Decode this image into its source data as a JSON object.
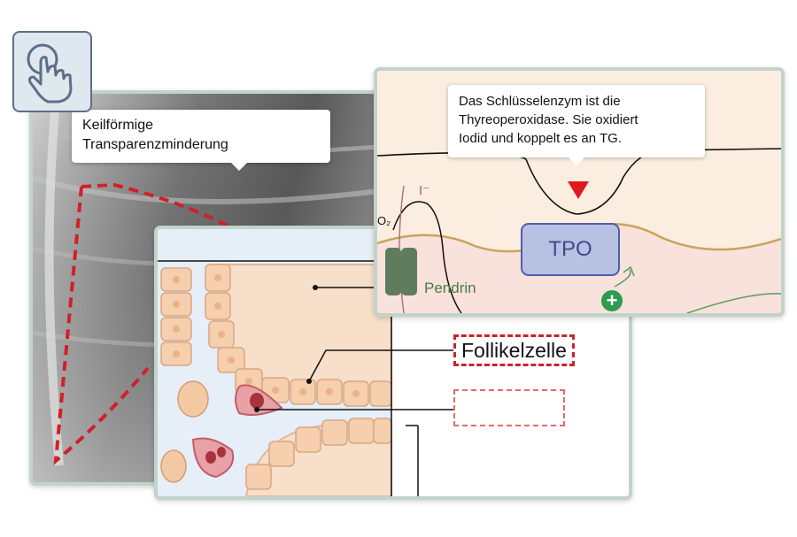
{
  "xray": {
    "tooltip_line1": "Keilförmige",
    "tooltip_line2": "Transparenzminderung"
  },
  "histology": {
    "highlighted_label": "Follikelzelle"
  },
  "tpo_panel": {
    "tooltip_line1": "Das Schlüsselenzym ist die",
    "tooltip_line2": "Thyreoperoxidase. Sie oxidiert",
    "tooltip_line3": "Iodid und koppelt es an TG.",
    "tpo_label": "TPO",
    "pendrin_label": "Pendrin",
    "iodide_label": "I⁻",
    "partial_label": "O₂",
    "plus_symbol": "+"
  },
  "icons": {
    "touch": "touch-hand-icon",
    "pointer": "red-triangle-pointer-icon",
    "plus": "plus-circle-icon"
  },
  "colors": {
    "highlight_red": "#c8232c",
    "card_border": "#c2d3c9",
    "tpo_fill": "#b9c1e2",
    "pendrin_green": "#5f7d5c",
    "plus_green": "#2e9c4e"
  }
}
